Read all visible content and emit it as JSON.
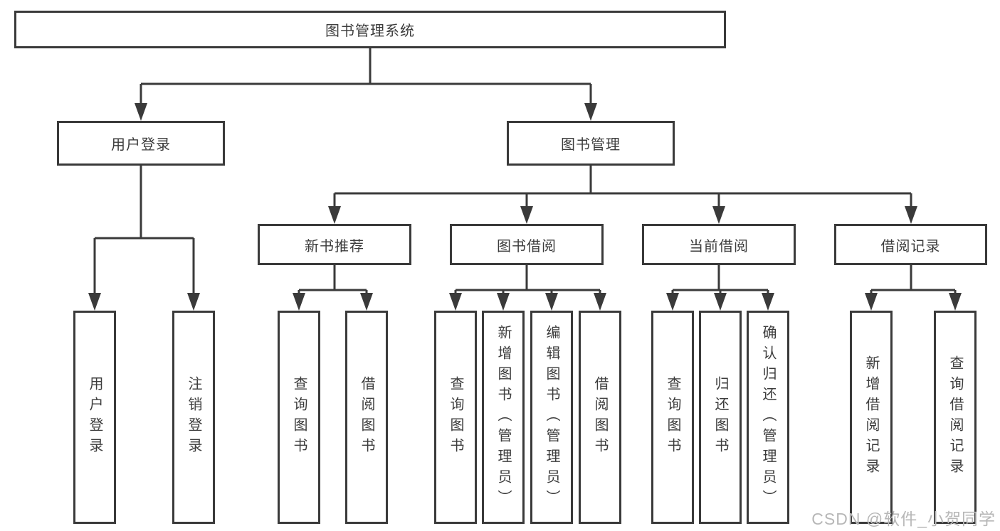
{
  "diagram_title": "图书管理系统",
  "tree": {
    "root": "图书管理系统",
    "level2": [
      {
        "label": "用户登录"
      },
      {
        "label": "图书管理"
      }
    ],
    "level3": [
      {
        "label": "新书推荐"
      },
      {
        "label": "图书借阅"
      },
      {
        "label": "当前借阅"
      },
      {
        "label": "借阅记录"
      }
    ],
    "leaves": {
      "user_login": [
        "用户登录",
        "注销登录"
      ],
      "new_book": [
        "查询图书",
        "借阅图书"
      ],
      "book_borrow": [
        "查询图书",
        "新增图书（管理员）",
        "编辑图书（管理员）",
        "借阅图书"
      ],
      "current_borrow": [
        "查询图书",
        "归还图书",
        "确认归还（管理员）"
      ],
      "borrow_record": [
        "新增借阅记录",
        "查询借阅记录"
      ]
    }
  },
  "watermark": "CSDN @软件_小贺同学",
  "colors": {
    "line": "#3a3a3a",
    "text": "#3c3c3c",
    "watermark": "#b7b7b7",
    "background": "#ffffff"
  }
}
